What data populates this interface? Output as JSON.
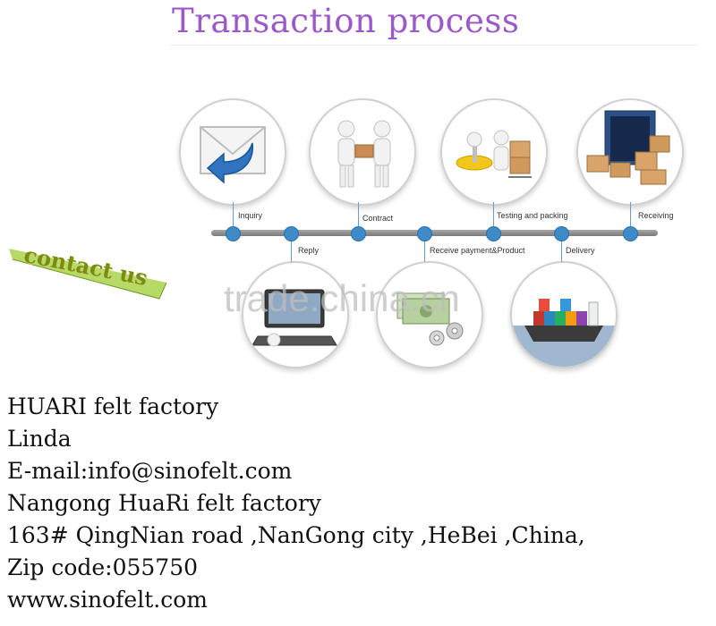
{
  "title": "Transaction process",
  "contact_badge": "contact us",
  "watermark": "trade.china.cn",
  "steps": {
    "inquiry": "Inquiry",
    "reply": "Reply",
    "contract": "Contract",
    "payment": "Receive payment&Product",
    "testing": "Testing and packing",
    "delivery": "Delivery",
    "receiving": "Receiving"
  },
  "icons": {
    "inquiry": "envelope-reply-icon",
    "contract": "handshake-figures-icon",
    "testing": "scale-and-boxes-icon",
    "receiving": "container-boxes-icon",
    "reply": "laptop-typing-icon",
    "payment": "cash-and-parts-icon",
    "delivery": "cargo-ship-icon"
  },
  "colors": {
    "title": "#9b59c9",
    "timeline_dot": "#3d8bc9",
    "badge_text": "#7a8c12"
  },
  "contact_info": {
    "line1": "HUARI felt factory",
    "line2": "Linda",
    "line3": "E-mail:info@sinofelt.com",
    "line4": "Nangong HuaRi felt factory",
    "line5": "163# QingNian road ,NanGong city ,HeBei ,China,",
    "line6": "Zip code:055750",
    "line7": "www.sinofelt.com"
  }
}
